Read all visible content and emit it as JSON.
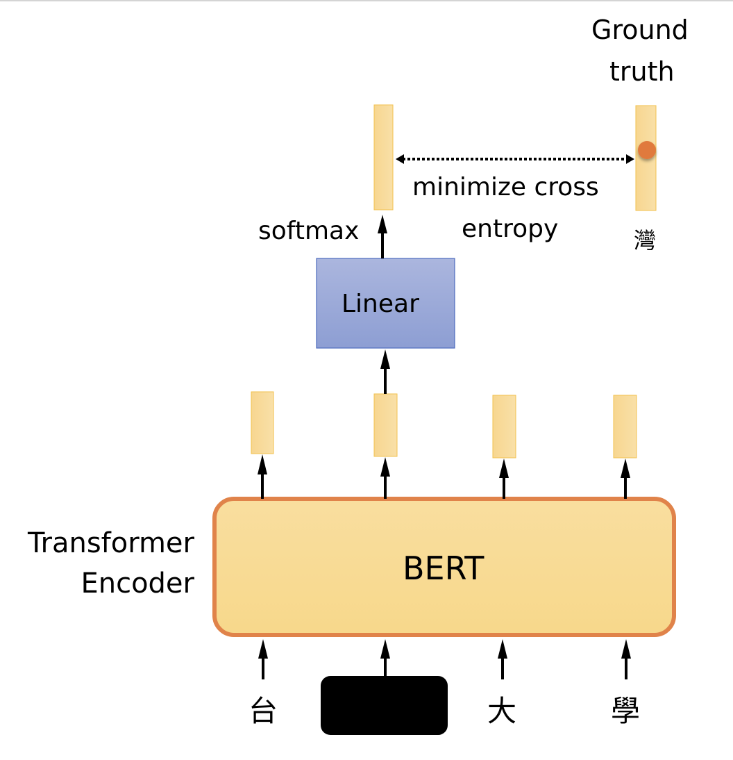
{
  "diagram": {
    "transformer_label_line1": "Transformer",
    "transformer_label_line2": "Encoder",
    "bert_label": "BERT",
    "linear_label": "Linear",
    "softmax_label": "softmax",
    "loss_label_line1": "minimize cross",
    "loss_label_line2": "entropy",
    "ground_truth_line1": "Ground",
    "ground_truth_line2": "truth",
    "ground_truth_token": "灣",
    "input_tokens": [
      "台",
      "[MASK]",
      "大",
      "學"
    ],
    "masked_token_index": 1,
    "colors": {
      "vector_fill": "#f8d99a",
      "vector_border": "#f2c14e",
      "bert_fill": "#f8dc9c",
      "bert_border": "#e0834a",
      "linear_fill_top": "#aab5dc",
      "linear_fill_bottom": "#8e9fd3",
      "linear_border": "#4d6bbd",
      "ground_truth_dot": "#e07a3c",
      "mask_fill": "#000000"
    }
  }
}
